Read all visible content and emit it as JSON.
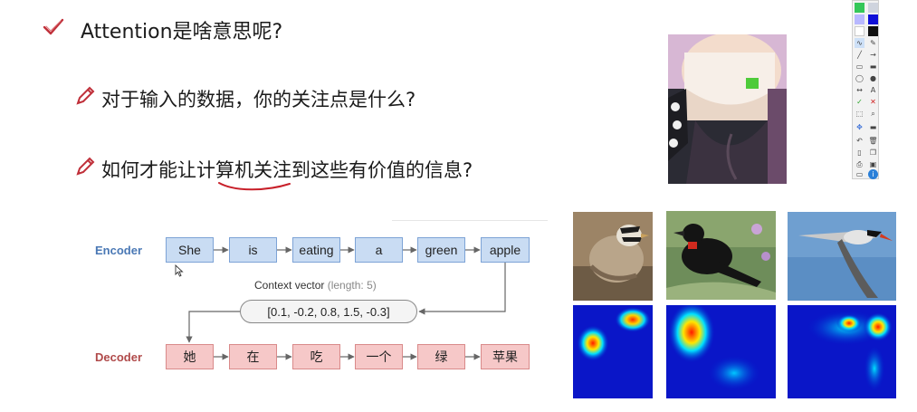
{
  "slide": {
    "heading": "Attention是啥意思呢?",
    "bullets": [
      "对于输入的数据，你的关注点是什么?",
      "如何才能让计算机关注到这些有价值的信息?"
    ]
  },
  "diagram": {
    "encoder_label": "Encoder",
    "decoder_label": "Decoder",
    "encoder_tokens": [
      "She",
      "is",
      "eating",
      "a",
      "green",
      "apple"
    ],
    "decoder_tokens": [
      "她",
      "在",
      "吃",
      "一个",
      "绿",
      "苹果"
    ],
    "context_label": "Context vector",
    "context_length": "(length: 5)",
    "context_vector": "[0.1, -0.2, 0.8, 1.5, -0.3]"
  },
  "colors": {
    "check": "#c0303a",
    "pencil": "#c0303a",
    "encoder_fill": "#c9dcf3",
    "decoder_fill": "#f6c8c8"
  },
  "icons": [
    "check-icon",
    "pencil-icon",
    "cursor-icon"
  ],
  "toolbar_icons": [
    "color-swatch",
    "pen-icon",
    "line-icon",
    "rectangle-icon",
    "ellipse-icon",
    "arrow-icon",
    "text-icon",
    "check-icon",
    "close-icon",
    "zoom-icon",
    "undo-icon",
    "delete-icon",
    "page-icon",
    "save-icon",
    "print-icon",
    "info-icon"
  ]
}
